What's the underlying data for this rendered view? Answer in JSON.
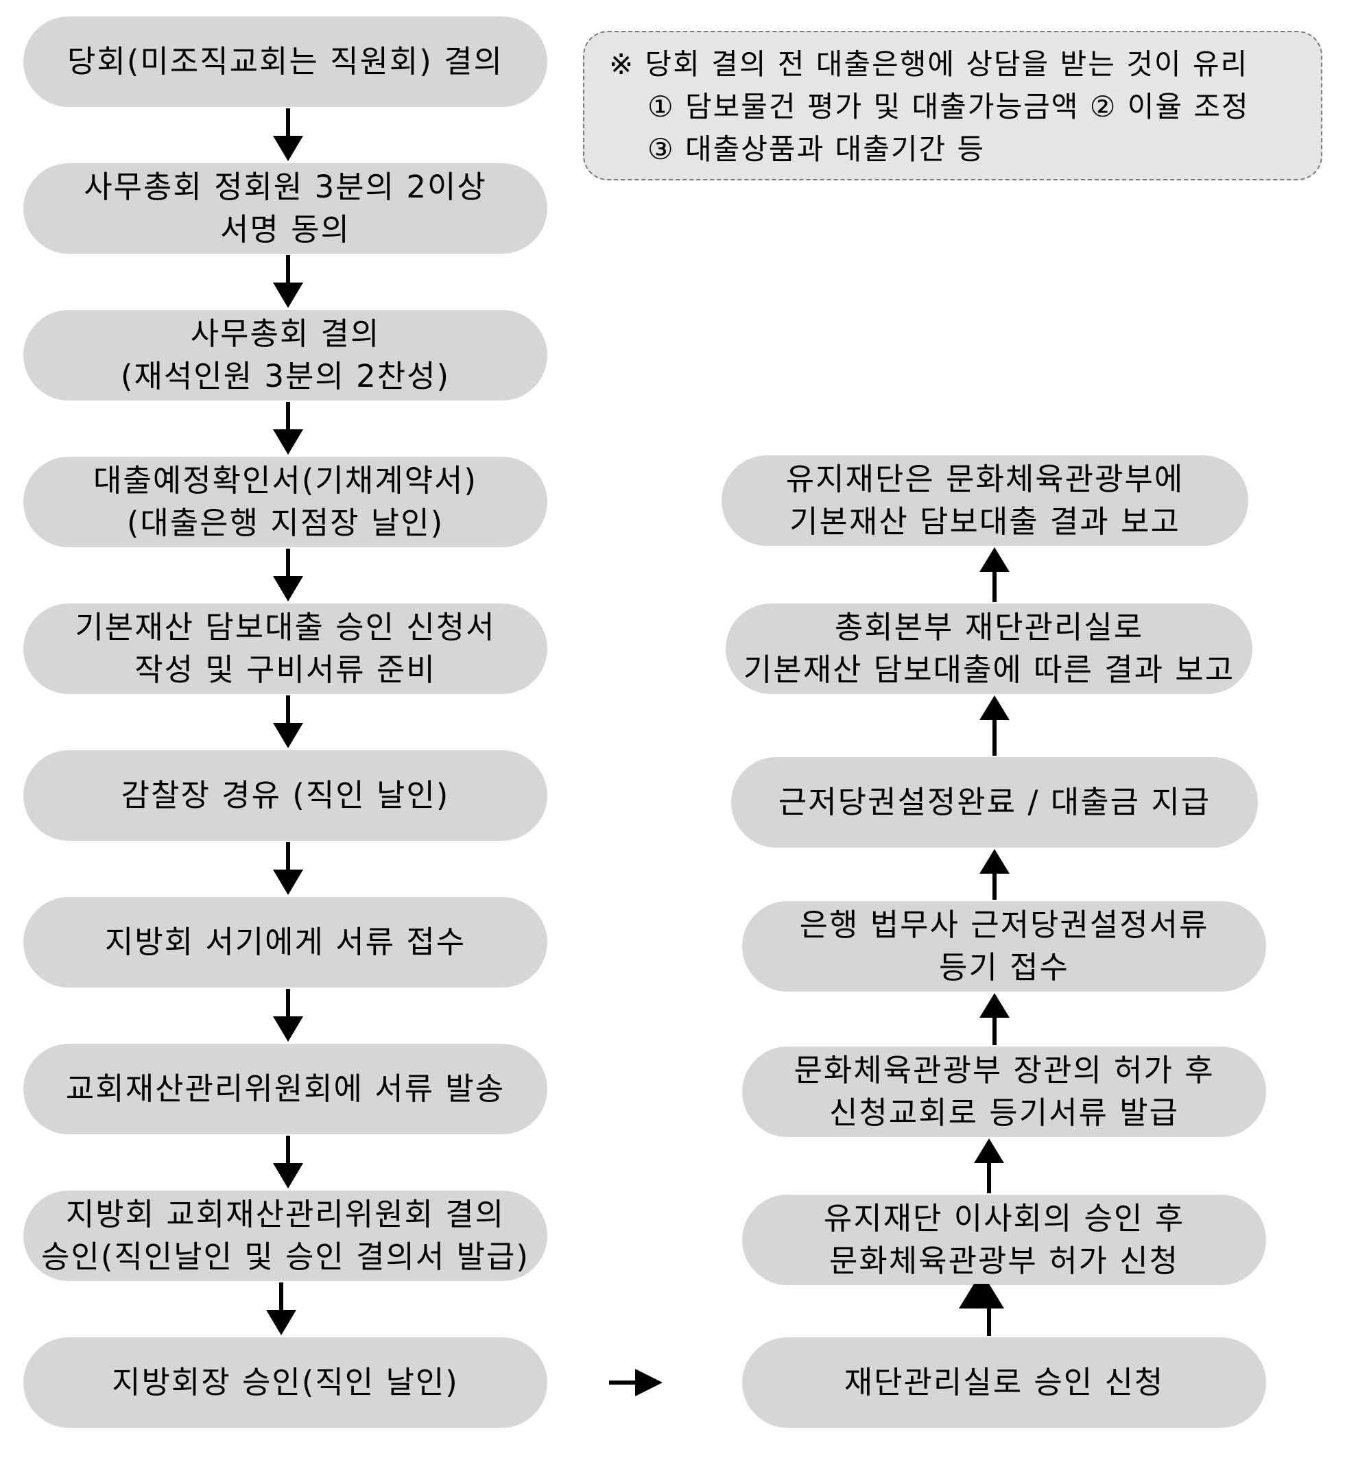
{
  "note": {
    "title": "※ 당회 결의 전 대출은행에 상담을 받는 것이 유리",
    "line2": "① 담보물건 평가 및 대출가능금액 ② 이율 조정",
    "line3": "③ 대출상품과 대출기간 등"
  },
  "left_steps": [
    {
      "line1": "당회(미조직교회는 직원회) 결의",
      "line2": ""
    },
    {
      "line1": "사무총회 정회원 3분의 2이상",
      "line2": "서명 동의"
    },
    {
      "line1": "사무총회 결의",
      "line2": "(재석인원 3분의 2찬성)"
    },
    {
      "line1": "대출예정확인서(기채계약서)",
      "line2": "(대출은행 지점장 날인)"
    },
    {
      "line1": "기본재산 담보대출 승인 신청서",
      "line2": "작성 및 구비서류 준비"
    },
    {
      "line1": "감찰장 경유 (직인 날인)",
      "line2": ""
    },
    {
      "line1": "지방회 서기에게 서류 접수",
      "line2": ""
    },
    {
      "line1": "교회재산관리위원회에 서류 발송",
      "line2": ""
    },
    {
      "line1": "지방회 교회재산관리위원회 결의",
      "line2": "승인(직인날인 및 승인 결의서 발급)"
    },
    {
      "line1": "지방회장 승인(직인 날인)",
      "line2": ""
    }
  ],
  "right_steps": [
    {
      "line1": "재단관리실로 승인 신청",
      "line2": ""
    },
    {
      "line1": "유지재단 이사회의 승인 후",
      "line2": "문화체육관광부 허가 신청"
    },
    {
      "line1": "문화체육관광부 장관의 허가 후",
      "line2": "신청교회로 등기서류 발급"
    },
    {
      "line1": "은행 법무사 근저당권설정서류",
      "line2": "등기 접수"
    },
    {
      "line1": "근저당권설정완료 / 대출금 지급",
      "line2": ""
    },
    {
      "line1": "총회본부 재단관리실로",
      "line2": "기본재산 담보대출에 따른 결과 보고"
    },
    {
      "line1": "유지재단은 문화체육관광부에",
      "line2": "기본재산 담보대출 결과 보고"
    }
  ],
  "colors": {
    "node_fill": "#d6d6d6",
    "note_fill": "#e5e5e5",
    "arrow": "#000000"
  }
}
